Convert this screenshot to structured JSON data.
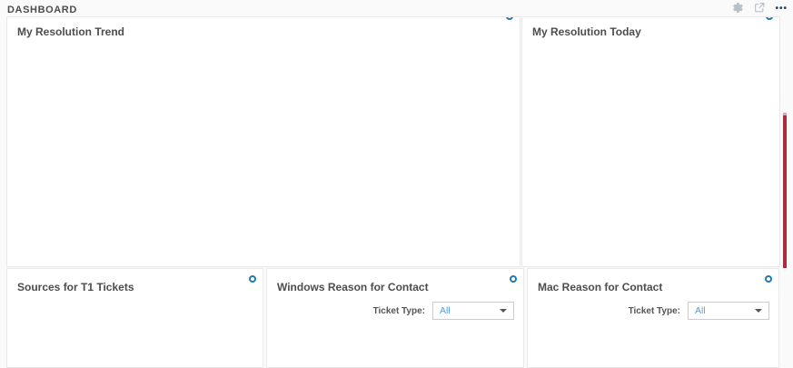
{
  "header": {
    "title": "DASHBOARD",
    "more_glyph": "•••"
  },
  "widgets": {
    "resolution_trend": {
      "title": "My Resolution Trend"
    },
    "resolution_today": {
      "title": "My Resolution Today"
    },
    "sources_t1": {
      "title": "Sources for T1 Tickets"
    },
    "windows_reason": {
      "title": "Windows Reason for Contact",
      "filter_label": "Ticket Type:",
      "filter_value": "All"
    },
    "mac_reason": {
      "title": "Mac Reason for Contact",
      "filter_label": "Ticket Type:",
      "filter_value": "All"
    }
  },
  "icons": {
    "header_gear": "gear-icon",
    "header_share": "share-icon",
    "header_more": "ellipsis-icon",
    "widget_corner": "gear-icon",
    "dropdown": "chevron-down-icon"
  },
  "colors": {
    "widget_icon_blue": "#2079b0",
    "dropdown_value_blue": "#5f9cd0",
    "scroll_indicator_red": "#b02c3a",
    "title_gray": "#4d4d4d"
  }
}
